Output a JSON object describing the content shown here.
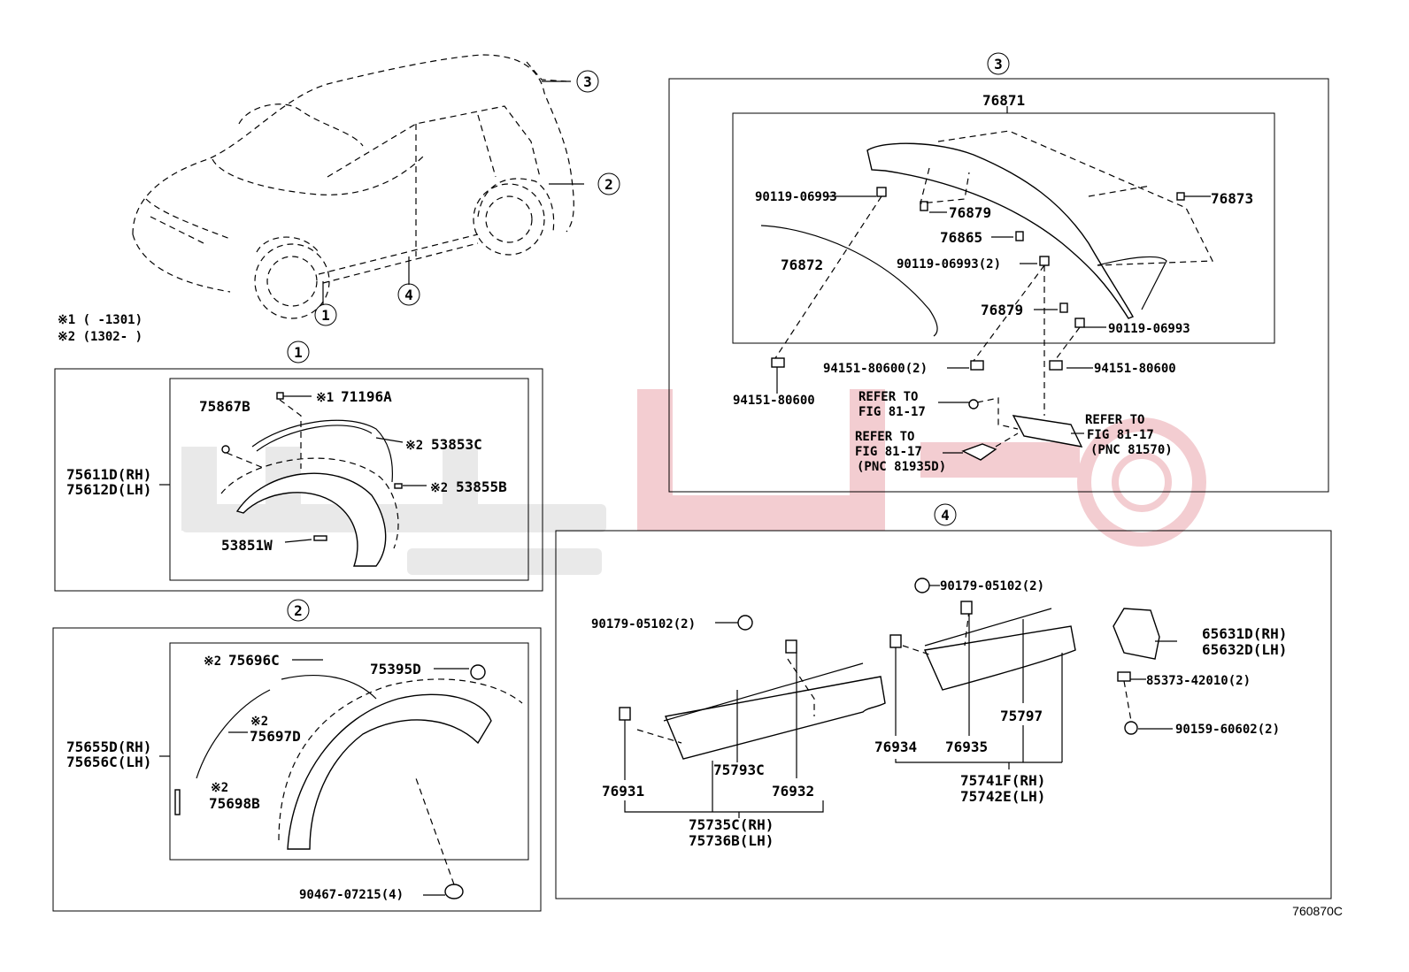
{
  "diagram_code": "760870C",
  "notes": {
    "note1": "※1 (   -1301)",
    "note2": "※2 (1302-   )"
  },
  "callouts": {
    "c1": "1",
    "c2": "2",
    "c3": "3",
    "c4": "4"
  },
  "section1": {
    "assembly_rh": "75611D(RH)",
    "assembly_lh": "75612D(LH)",
    "p_75867B": "75867B",
    "p_71196A_prefix": "※1",
    "p_71196A": "71196A",
    "p_53853C_prefix": "※2",
    "p_53853C": "53853C",
    "p_53855B_prefix": "※2",
    "p_53855B": "53855B",
    "p_53851W": "53851W"
  },
  "section2": {
    "assembly_rh": "75655D(RH)",
    "assembly_lh": "75656C(LH)",
    "p_75696C_prefix": "※2",
    "p_75696C": "75696C",
    "p_75395D": "75395D",
    "p_75697D_prefix": "※2",
    "p_75697D": "75697D",
    "p_75698B_prefix": "※2",
    "p_75698B": "75698B",
    "p_90467": "90467-07215(4)"
  },
  "section3": {
    "p_76871": "76871",
    "p_90119_a": "90119-06993",
    "p_76879_a": "76879",
    "p_76873": "76873",
    "p_76865": "76865",
    "p_90119_b": "90119-06993(2)",
    "p_76872": "76872",
    "p_76879_b": "76879",
    "p_90119_c": "90119-06993",
    "p_94151_a": "94151-80600(2)",
    "p_94151_b": "94151-80600",
    "p_94151_c": "94151-80600",
    "refer1_a": "REFER TO",
    "refer1_b": "FIG 81-17",
    "refer2_a": "REFER TO",
    "refer2_b": "FIG 81-17",
    "refer2_c": "(PNC 81935D)",
    "refer3_a": "REFER TO",
    "refer3_b": "FIG 81-17",
    "refer3_c": "(PNC 81570)"
  },
  "section4": {
    "p_90179_a": "90179-05102(2)",
    "p_90179_b": "90179-05102(2)",
    "p_65631D": "65631D(RH)",
    "p_65632D": "65632D(LH)",
    "p_85373": "85373-42010(2)",
    "p_90159": "90159-60602(2)",
    "p_75797": "75797",
    "p_76934": "76934",
    "p_76935": "76935",
    "p_75741F": "75741F(RH)",
    "p_75742E": "75742E(LH)",
    "p_76931": "76931",
    "p_75793C": "75793C",
    "p_76932": "76932",
    "p_75735C": "75735C(RH)",
    "p_75736B": "75736B(LH)"
  }
}
